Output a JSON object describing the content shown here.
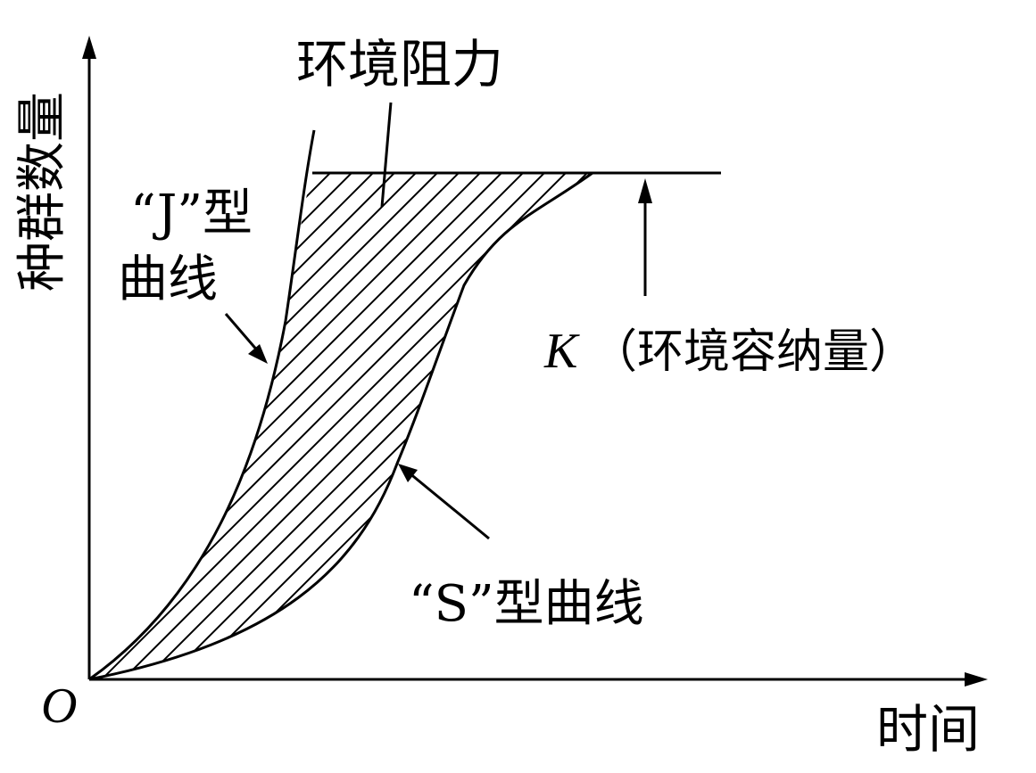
{
  "diagram": {
    "title_label": "环境阻力",
    "y_axis_label": "种群数量",
    "x_axis_label": "时间",
    "origin_label": "O",
    "j_curve_label_line1": "“J”型",
    "j_curve_label_line2": "曲线",
    "s_curve_label": "“S”型曲线",
    "k_symbol": "K",
    "k_label": "（环境容纳量）",
    "colors": {
      "ink": "#000000",
      "background": "#ffffff"
    }
  }
}
